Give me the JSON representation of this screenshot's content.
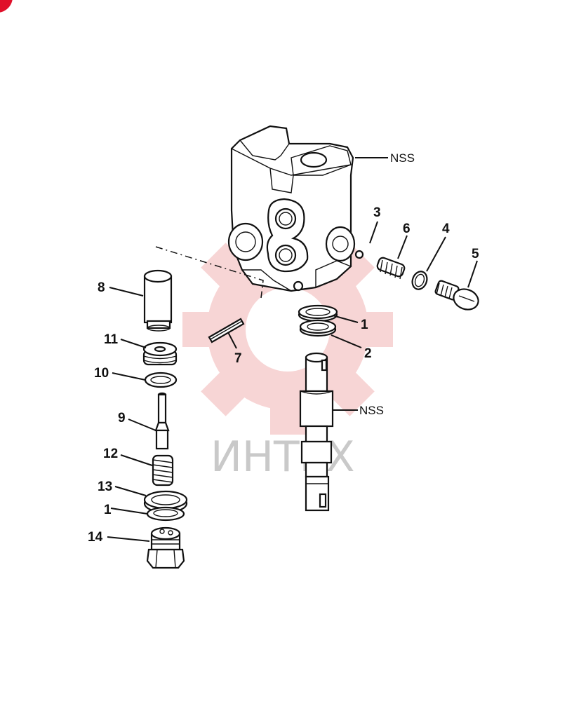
{
  "watermark": {
    "text": "ИНТЕХ",
    "color": "#f2b3b3"
  },
  "corner_badge": {
    "color": "#e0102a"
  },
  "labels": {
    "nss_body": "NSS",
    "nss_spool": "NSS",
    "p1_right": "1",
    "p2": "2",
    "p3": "3",
    "p4": "4",
    "p5": "5",
    "p6": "6",
    "p7": "7",
    "p8": "8",
    "p9": "9",
    "p10": "10",
    "p11": "11",
    "p12": "12",
    "p13": "13",
    "p1_left": "1",
    "p14": "14"
  }
}
